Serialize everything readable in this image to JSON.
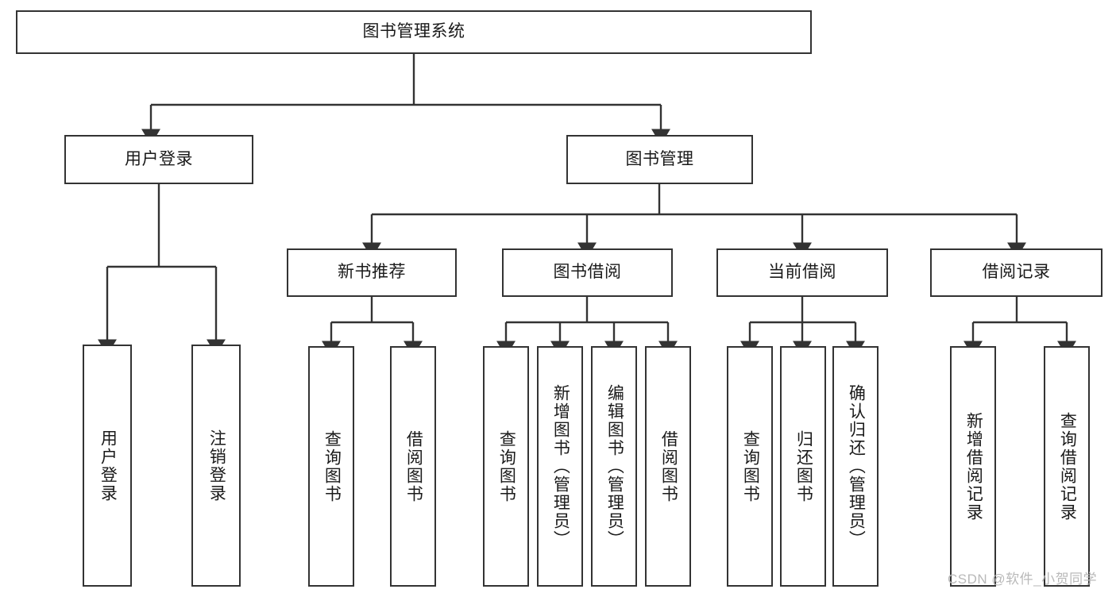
{
  "diagram": {
    "title": "图书管理系统",
    "type": "功能结构图",
    "stroke_color": "#333333",
    "text_color": "#1a1a1a",
    "background_color": "#ffffff",
    "watermark": "CSDN @软件_小贺同学",
    "nodes": {
      "root": {
        "label": "图书管理系统"
      },
      "level2": [
        {
          "id": "user-login",
          "label": "用户登录"
        },
        {
          "id": "book-manage",
          "label": "图书管理"
        }
      ],
      "level3": [
        {
          "id": "new-book-recommend",
          "label": "新书推荐"
        },
        {
          "id": "book-borrow",
          "label": "图书借阅"
        },
        {
          "id": "current-borrow",
          "label": "当前借阅"
        },
        {
          "id": "borrow-record",
          "label": "借阅记录"
        }
      ],
      "leaves": [
        {
          "id": "leaf-user-login",
          "label": "用户登录",
          "parent": "user-login"
        },
        {
          "id": "leaf-logout-login",
          "label": "注销登录",
          "parent": "user-login"
        },
        {
          "id": "leaf-query-book-1",
          "label": "查询图书",
          "parent": "new-book-recommend"
        },
        {
          "id": "leaf-borrow-book-1",
          "label": "借阅图书",
          "parent": "new-book-recommend"
        },
        {
          "id": "leaf-query-book-2",
          "label": "查询图书",
          "parent": "book-borrow"
        },
        {
          "id": "leaf-add-book-admin",
          "label": "新增图书（管理员）",
          "parent": "book-borrow"
        },
        {
          "id": "leaf-edit-book-admin",
          "label": "编辑图书（管理员）",
          "parent": "book-borrow"
        },
        {
          "id": "leaf-borrow-book-2",
          "label": "借阅图书",
          "parent": "book-borrow"
        },
        {
          "id": "leaf-query-book-3",
          "label": "查询图书",
          "parent": "current-borrow"
        },
        {
          "id": "leaf-return-book",
          "label": "归还图书",
          "parent": "current-borrow"
        },
        {
          "id": "leaf-confirm-return-admin",
          "label": "确认归还（管理员）",
          "parent": "current-borrow"
        },
        {
          "id": "leaf-add-borrow-record",
          "label": "新增借阅记录",
          "parent": "borrow-record"
        },
        {
          "id": "leaf-query-borrow-record",
          "label": "查询借阅记录",
          "parent": "borrow-record"
        }
      ]
    }
  }
}
